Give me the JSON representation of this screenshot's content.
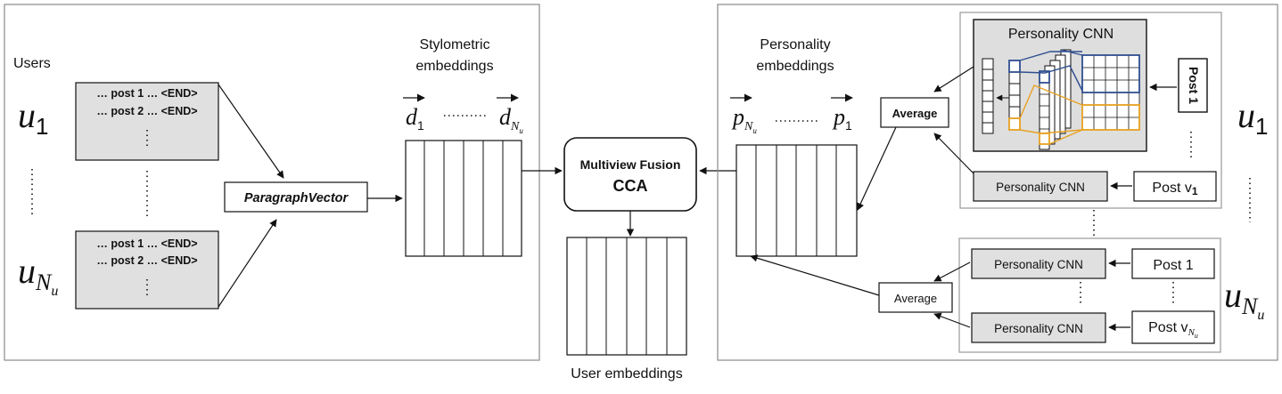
{
  "left_panel": {
    "users_label": "Users",
    "user_first": {
      "base": "u",
      "sub": "1"
    },
    "user_last": {
      "base": "u",
      "sub": "N",
      "subsub": "u"
    },
    "post_lines": [
      "… post 1 … <END>",
      "… post 2 … <END>"
    ],
    "paragraph_vector": "ParagraphVector",
    "stylometric_title": [
      "Stylometric",
      "embeddings"
    ],
    "vec_first": {
      "base": "d",
      "sub": "1"
    },
    "vec_last": {
      "base": "d",
      "sub": "N",
      "subsub": "u"
    }
  },
  "center": {
    "fusion_line1": "Multiview Fusion",
    "fusion_line2": "CCA",
    "user_embeddings": "User embeddings"
  },
  "right_panel": {
    "personality_title": [
      "Personality",
      "embeddings"
    ],
    "vec_first": {
      "base": "p",
      "sub": "N",
      "subsub": "u"
    },
    "vec_last": {
      "base": "p",
      "sub": "1"
    },
    "average": "Average",
    "cnn_title": "Personality CNN",
    "cnn_label": "Personality CNN",
    "post_1": "Post 1",
    "post_v1": {
      "base": "Post v",
      "sub": "1"
    },
    "post_vn": {
      "base": "Post v",
      "sub": "N",
      "subsub": "u"
    },
    "user_first": {
      "base": "u",
      "sub": "1"
    },
    "user_last": {
      "base": "u",
      "sub": "N",
      "subsub": "u"
    }
  },
  "colors": {
    "blue": "#2f4f8f",
    "orange": "#e8a020",
    "panel_gray": "#dedede",
    "box_gray": "#e0e0e0"
  }
}
